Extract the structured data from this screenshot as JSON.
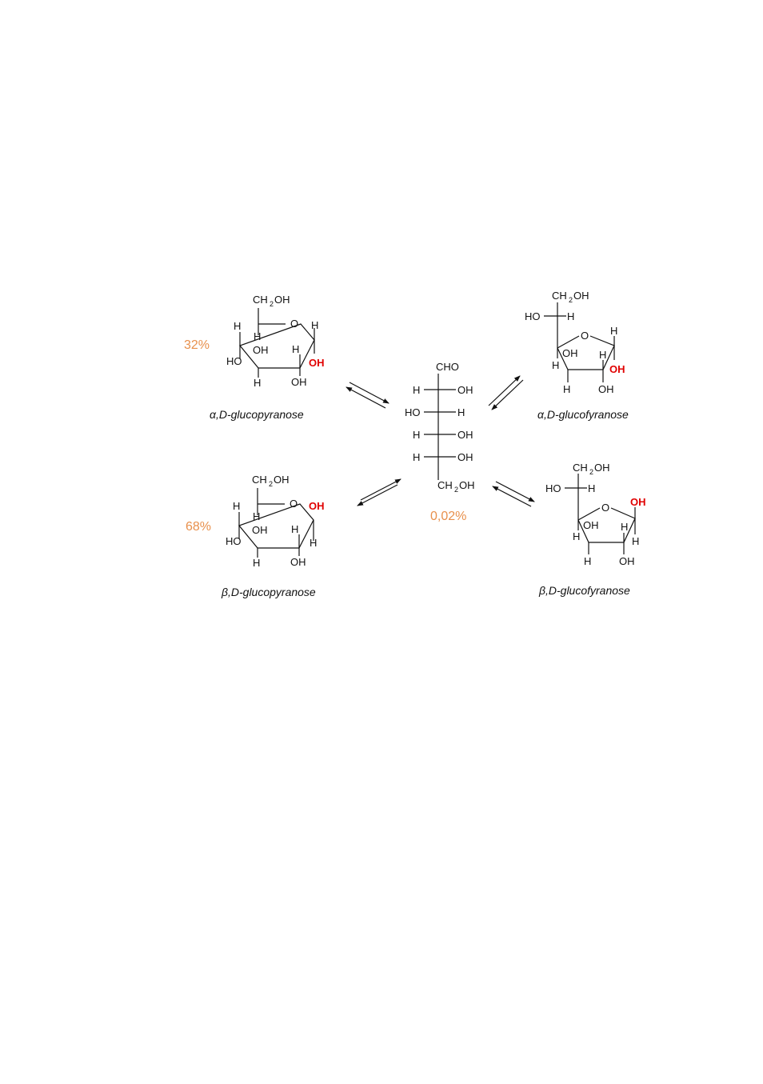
{
  "colors": {
    "ink": "#111111",
    "highlight": "#e00000",
    "percentage": "#e8904c"
  },
  "alpha_glucopyranose": {
    "name": "α,D-glucopyranose",
    "percentage": "32%"
  },
  "beta_glucopyranose": {
    "name": "β,D-glucopyranose",
    "percentage": "68%"
  },
  "open_chain": {
    "percentage": "0,02%",
    "top_group": "CHO",
    "bottom_group": "CH2OH"
  },
  "alpha_glucofuranose": {
    "name": "α,D-glucofyranose"
  },
  "beta_glucofuranose": {
    "name": "β,D-glucofyranose"
  },
  "labels": {
    "H": "H",
    "OH": "OH",
    "HO": "HO",
    "O": "O",
    "CHO": "CHO",
    "CH": "CH",
    "sub2": "2"
  }
}
